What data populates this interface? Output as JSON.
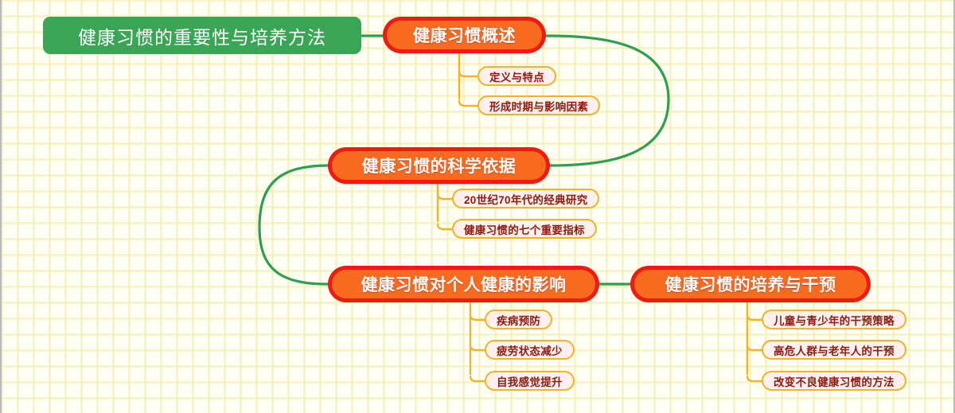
{
  "canvas": {
    "background_color": "#fffff4",
    "grid_color": "#f2eca6"
  },
  "colors": {
    "root_fill": "#3aa655",
    "root_text": "#ffffff",
    "branch_outer": "#ee1c10",
    "branch_inner": "#f96a21",
    "branch_text": "#ffffff",
    "leaf_fill": "#fdf0ee",
    "leaf_border": "#f0b429",
    "leaf_text": "#8e1a0e",
    "main_connector": "#2e9e4f",
    "leaf_connector": "#f0b429"
  },
  "mindmap": {
    "root": {
      "label": "健康习惯的重要性与培养方法"
    },
    "branches": [
      {
        "id": "b1",
        "label": "健康习惯概述",
        "children": [
          {
            "label": "定义与特点"
          },
          {
            "label": "形成时期与影响因素"
          }
        ]
      },
      {
        "id": "b2",
        "label": "健康习惯的科学依据",
        "children": [
          {
            "label": "20世纪70年代的经典研究"
          },
          {
            "label": "健康习惯的七个重要指标"
          }
        ]
      },
      {
        "id": "b3",
        "label": "健康习惯对个人健康的影响",
        "children": [
          {
            "label": "疾病预防"
          },
          {
            "label": "疲劳状态减少"
          },
          {
            "label": "自我感觉提升"
          }
        ]
      },
      {
        "id": "b4",
        "label": "健康习惯的培养与干预",
        "children": [
          {
            "label": "儿童与青少年的干预策略"
          },
          {
            "label": "高危人群与老年人的干预"
          },
          {
            "label": "改变不良健康习惯的方法"
          }
        ]
      }
    ]
  }
}
